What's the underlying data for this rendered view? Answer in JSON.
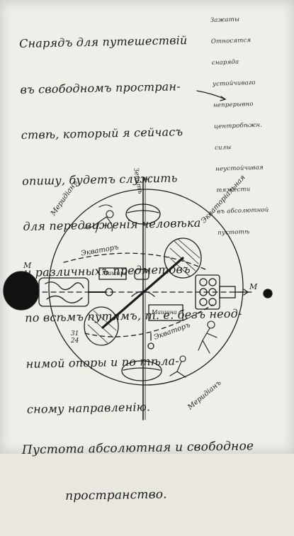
{
  "caption_top": [
    "Снарядъ для путешествій",
    "въ свободномъ простран-",
    "ствѣ, который я сейчасъ",
    "опишу, будетъ служить",
    "для передвиженія человѣка",
    "и различныхъ предметовъ",
    "по всѣмъ путямъ, т. е. безъ неод-",
    "нимой опоры и по тѣла-",
    "сному направленію."
  ],
  "note_right": [
    "Зажаты",
    "Относятся",
    "снаряда",
    "устойчиваго",
    "непрерывно",
    "центробѣжн.",
    "силы",
    "неустойчивая",
    "тяжести",
    "въ абсолютной",
    "пустотѣ"
  ],
  "labels": {
    "meridian_left": "Меридіанъ",
    "equator_left": "Экваторъ",
    "equator_right_top": "Экваторіальная",
    "equator_bottom": "Экваторъ",
    "meridian_bottom": "Меридіанъ",
    "zenith": "Зенитъ",
    "machine_top": "Машина",
    "machine_bottom": "Машина",
    "m_left": "M",
    "m_right": "M",
    "side_numbers": "31\n24"
  },
  "caption_bottom": [
    "Пустота абсолютная и свободное",
    "пространство."
  ]
}
